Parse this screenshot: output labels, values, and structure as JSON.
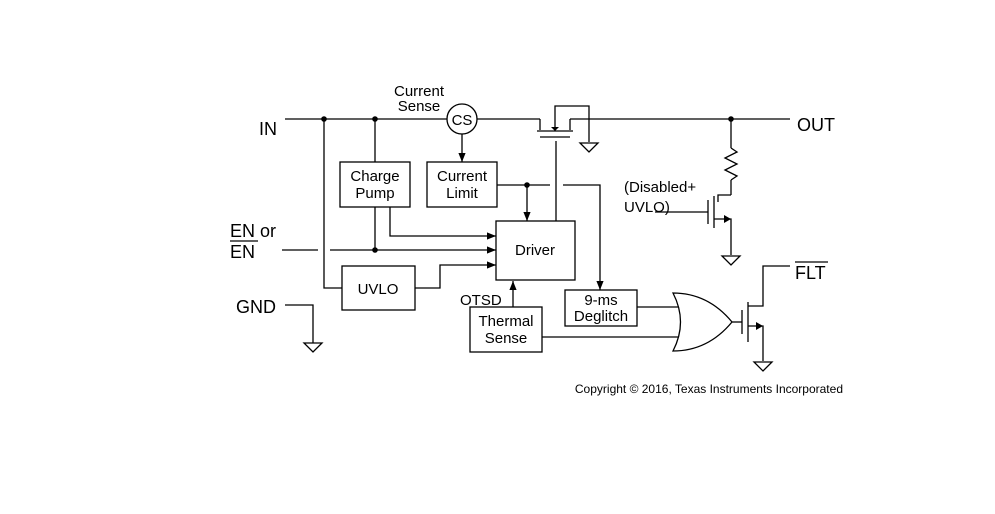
{
  "pins": {
    "in": "IN",
    "out": "OUT",
    "en_line1": "EN or",
    "en_line2": "EN",
    "gnd": "GND",
    "flt": "FLT"
  },
  "labels": {
    "current_sense_1": "Current",
    "current_sense_2": "Sense",
    "cs": "CS",
    "disabled_1": "(Disabled+",
    "disabled_2": "UVLO)",
    "otsd": "OTSD"
  },
  "blocks": {
    "charge_pump_1": "Charge",
    "charge_pump_2": "Pump",
    "current_limit_1": "Current",
    "current_limit_2": "Limit",
    "driver": "Driver",
    "uvlo": "UVLO",
    "thermal_1": "Thermal",
    "thermal_2": "Sense",
    "deglitch_1": "9-ms",
    "deglitch_2": "Deglitch"
  },
  "copyright": "Copyright © 2016, Texas Instruments Incorporated"
}
